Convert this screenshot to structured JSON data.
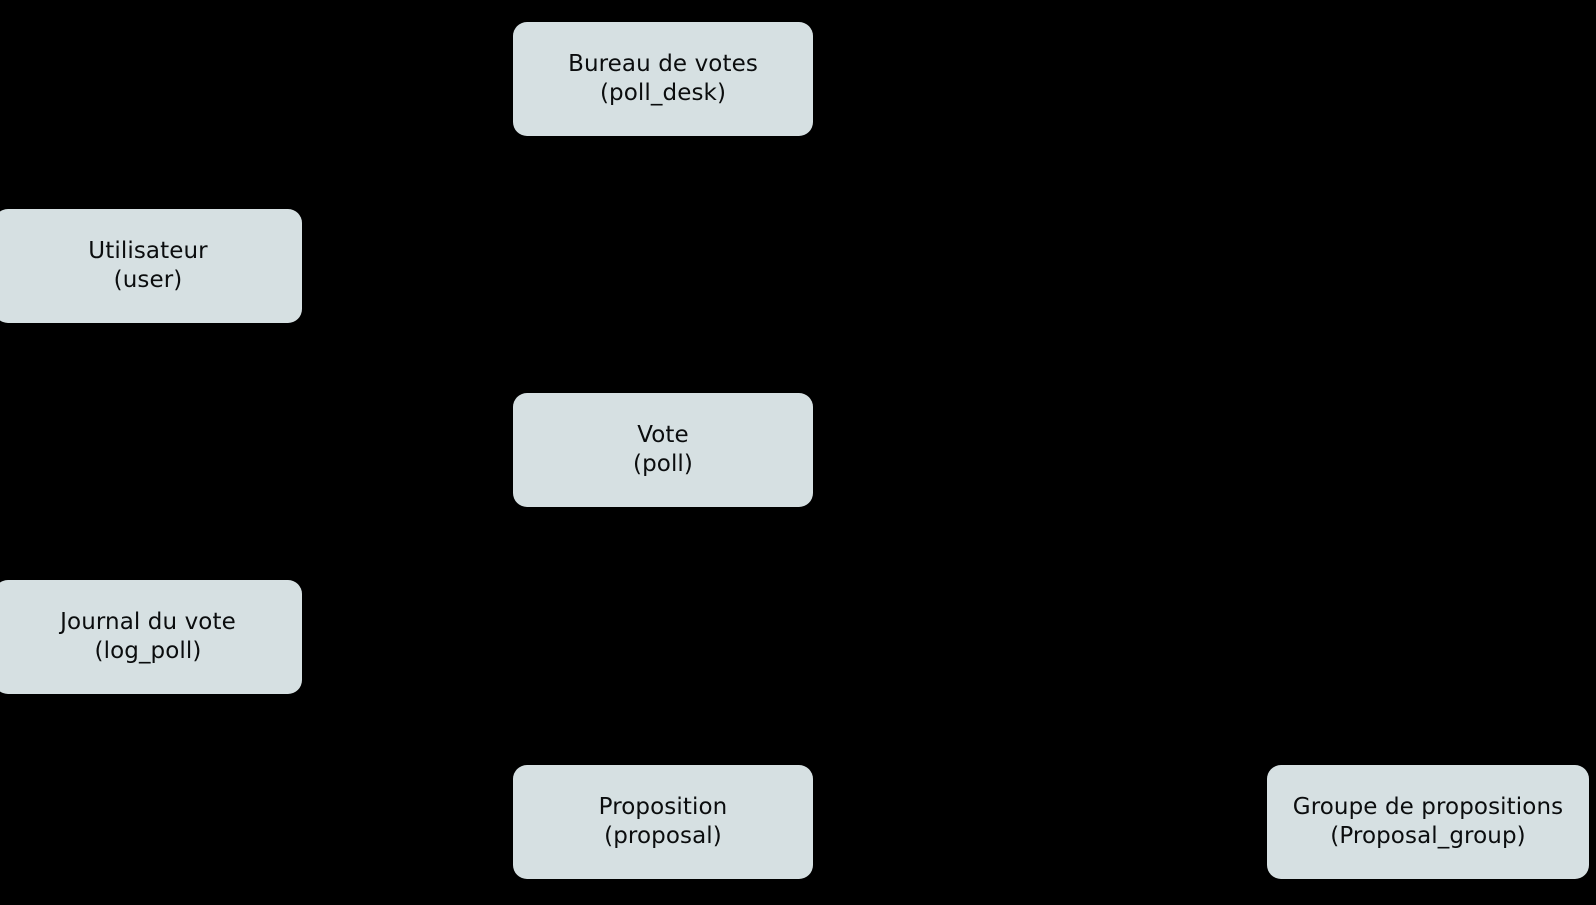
{
  "diagram": {
    "type": "entity-relationship-diagram",
    "background_color": "#000000",
    "node_fill_color": "#d6e0e2",
    "node_text_color": "#0b0d0e",
    "nodes": [
      {
        "id": "poll_desk",
        "label_fr": "Bureau de votes",
        "label_code": "(poll_desk)"
      },
      {
        "id": "user",
        "label_fr": "Utilisateur",
        "label_code": "(user)"
      },
      {
        "id": "poll",
        "label_fr": "Vote",
        "label_code": "(poll)"
      },
      {
        "id": "log_poll",
        "label_fr": "Journal du vote",
        "label_code": "(log_poll)"
      },
      {
        "id": "proposal",
        "label_fr": "Proposition",
        "label_code": "(proposal)"
      },
      {
        "id": "proposal_group",
        "label_fr": "Groupe de propositions",
        "label_code": "(Proposal_group)"
      }
    ]
  }
}
